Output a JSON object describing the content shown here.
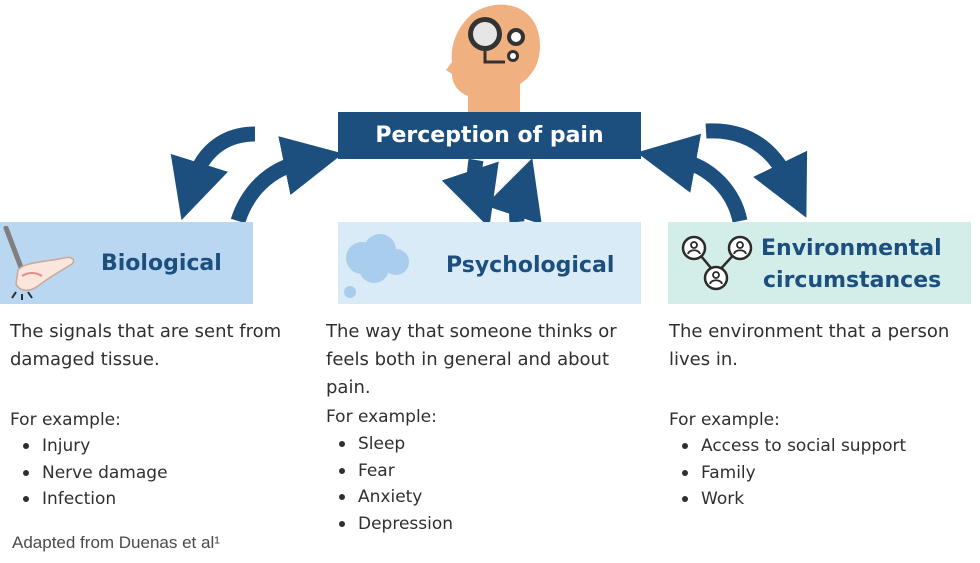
{
  "title": "Perception of pain",
  "biological": {
    "label": "Biological",
    "description": "The signals that are sent from damaged tissue.",
    "examples_heading": "For example:",
    "examples": [
      "Injury",
      "Nerve damage",
      "Infection"
    ],
    "icon": "injured-foot-icon"
  },
  "psychological": {
    "label": "Psychological",
    "description": "The way that someone thinks or feels both in general and about pain.",
    "examples_heading": "For example:",
    "examples": [
      "Sleep",
      "Fear",
      "Anxiety",
      "Depression"
    ],
    "icon": "thought-cloud-icon"
  },
  "environmental": {
    "label_line1": "Environmental",
    "label_line2": "circumstances",
    "description": "The environment that a person lives in.",
    "examples_heading": "For example:",
    "examples": [
      "Access to social support",
      "Family",
      "Work"
    ],
    "icon": "people-network-icon"
  },
  "footer": "Adapted from Duenas et al¹",
  "colors": {
    "navy": "#1c4f7d",
    "head": "#f0b07f",
    "bio_box": "#b9d7f1",
    "psy_box": "#d8ebf6",
    "env_box": "#d3eee9"
  }
}
